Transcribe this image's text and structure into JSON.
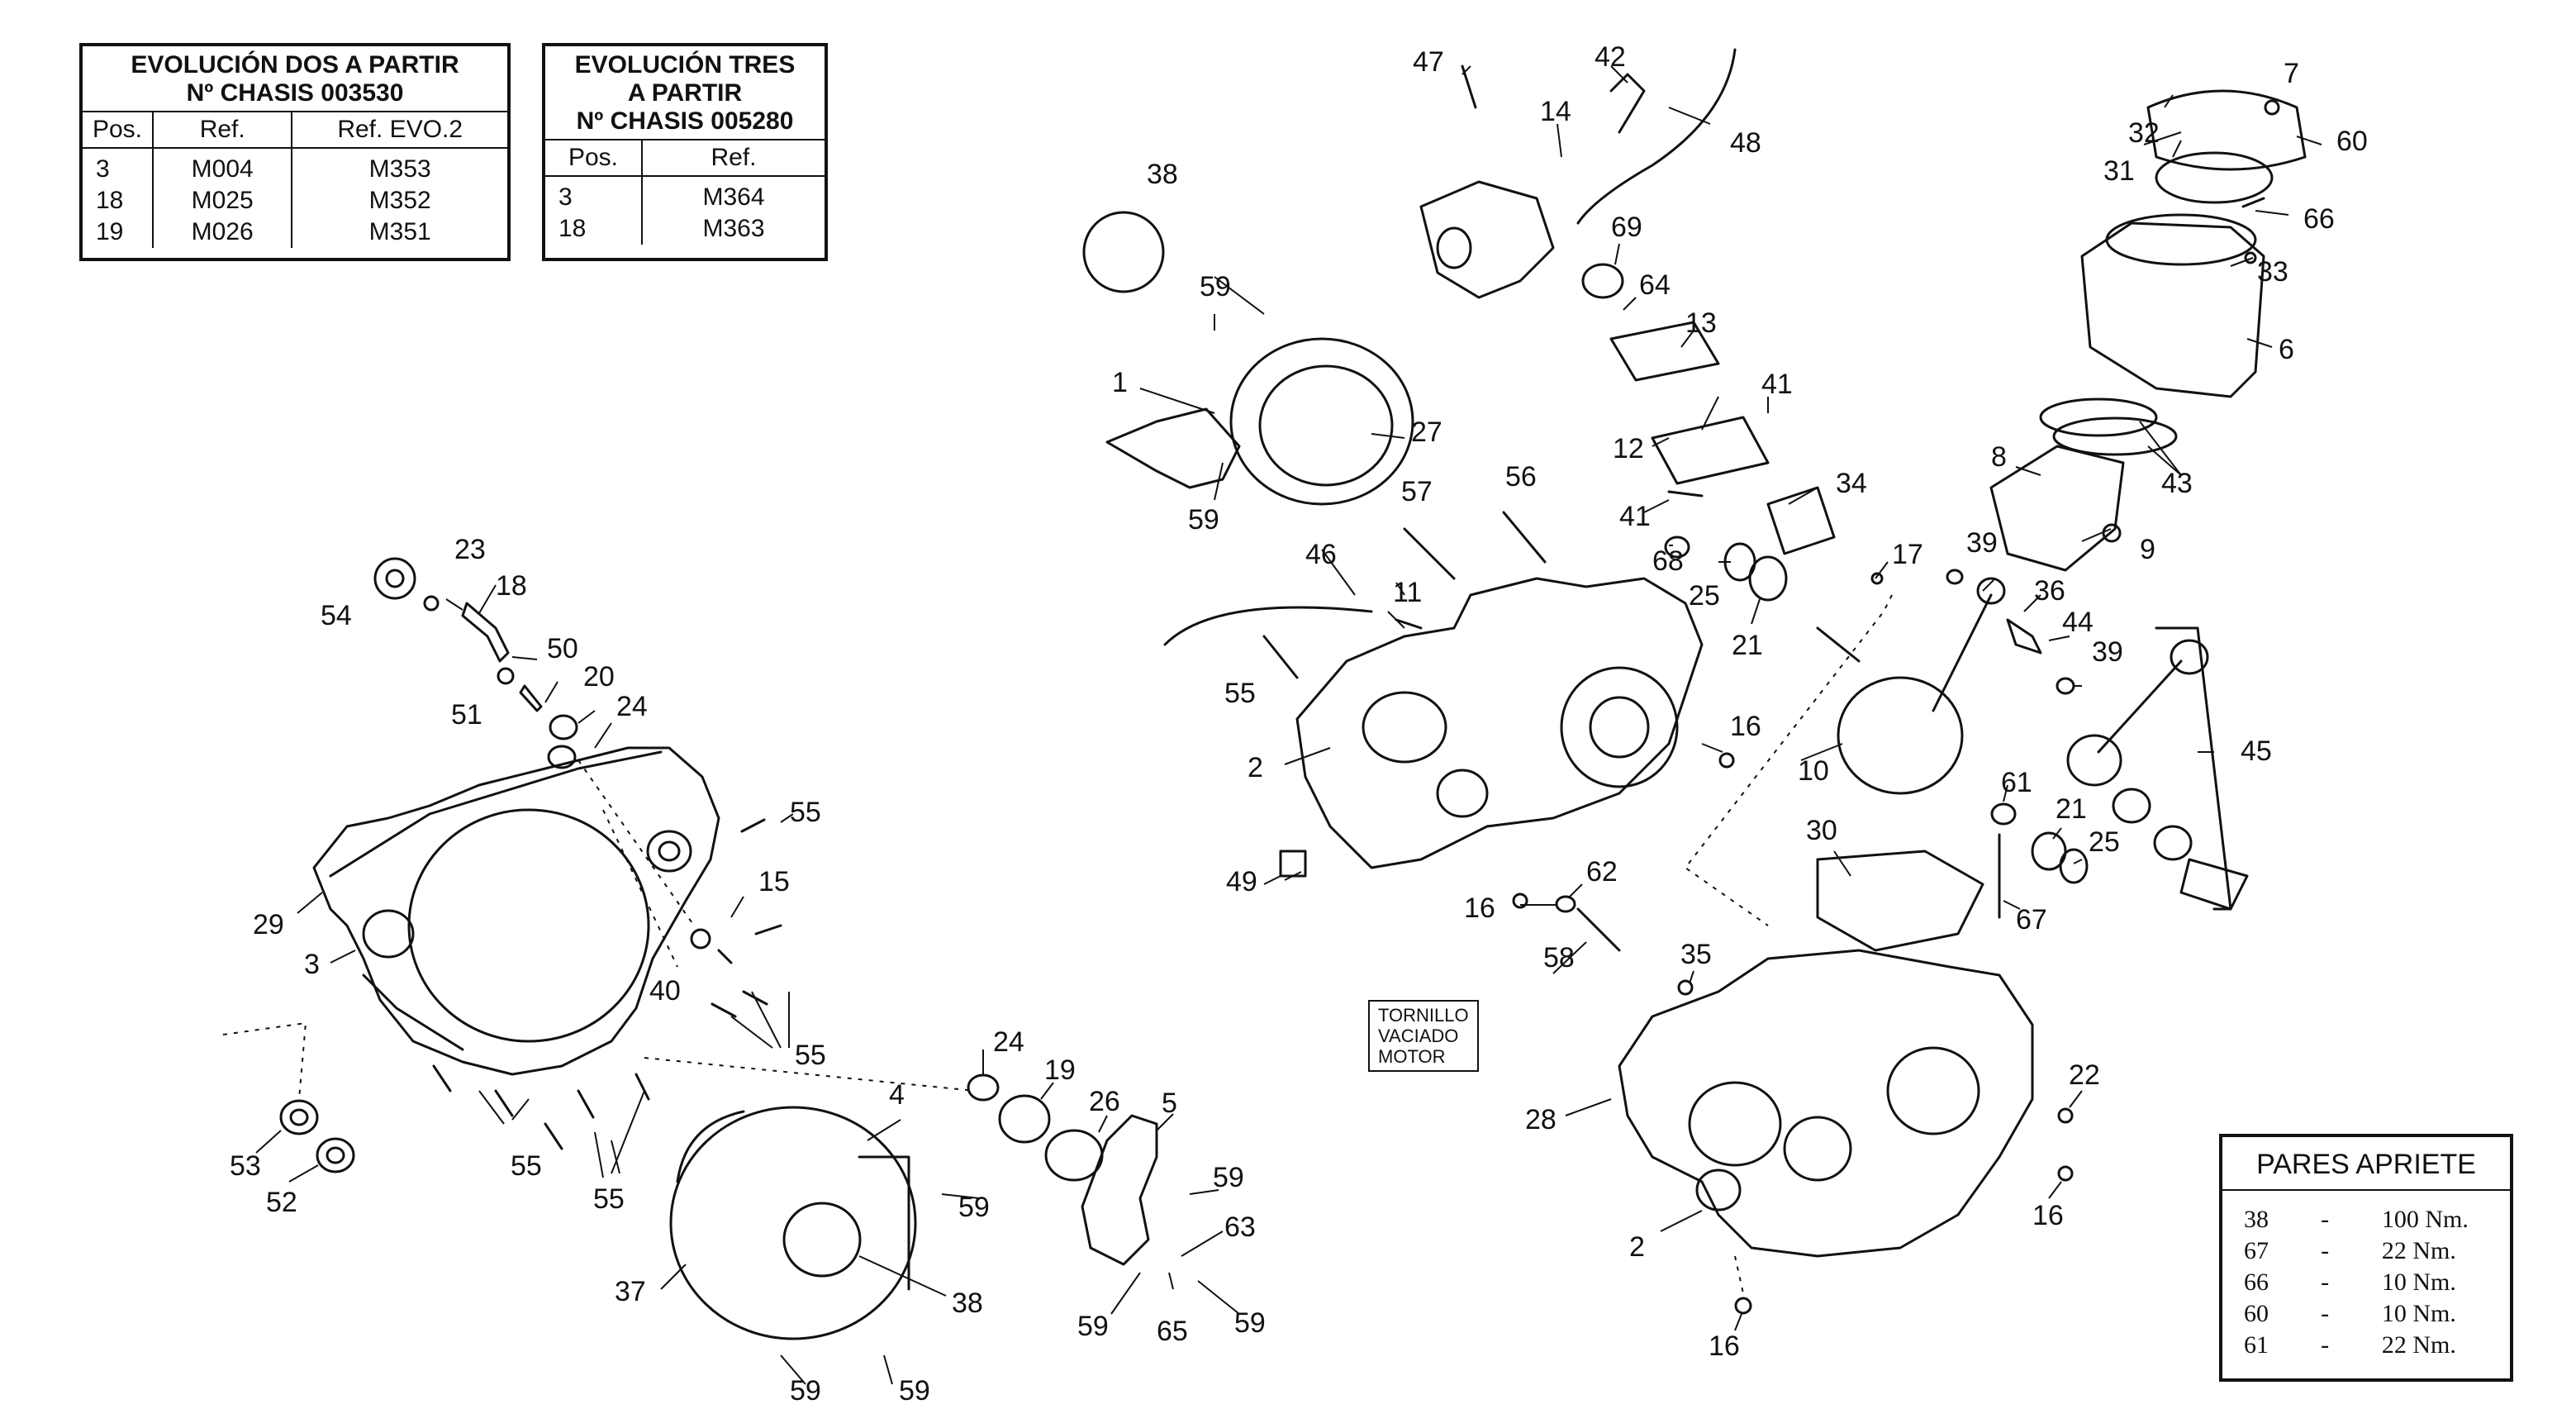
{
  "evo_dos": {
    "title_line1": "EVOLUCIÓN DOS A PARTIR",
    "title_line2": "Nº CHASIS 003530",
    "headers": [
      "Pos.",
      "Ref.",
      "Ref. EVO.2"
    ],
    "rows": [
      [
        "3",
        "M004",
        "M353"
      ],
      [
        "18",
        "M025",
        "M352"
      ],
      [
        "19",
        "M026",
        "M351"
      ]
    ]
  },
  "evo_tres": {
    "title_line1": "EVOLUCIÓN TRES",
    "title_line2": "A PARTIR",
    "title_line3": "Nº CHASIS 005280",
    "headers": [
      "Pos.",
      "Ref."
    ],
    "rows": [
      [
        "3",
        "M364"
      ],
      [
        "18",
        "M363"
      ]
    ]
  },
  "pares": {
    "title": "PARES APRIETE",
    "rows": [
      {
        "pos": "38",
        "dash": "-",
        "val": "100 Nm."
      },
      {
        "pos": "67",
        "dash": "-",
        "val": "22 Nm."
      },
      {
        "pos": "66",
        "dash": "-",
        "val": "10 Nm."
      },
      {
        "pos": "60",
        "dash": "-",
        "val": "10 Nm."
      },
      {
        "pos": "61",
        "dash": "-",
        "val": "22 Nm."
      }
    ]
  },
  "tornillo_note": {
    "line1": "TORNILLO",
    "line2": "VACIADO",
    "line3": "MOTOR"
  },
  "callouts": {
    "c1": "1",
    "c2": "2",
    "c3": "3",
    "c4": "4",
    "c5": "5",
    "c6": "6",
    "c7": "7",
    "c8": "8",
    "c9": "9",
    "c10": "10",
    "c11": "11",
    "c12": "12",
    "c13": "13",
    "c14": "14",
    "c15": "15",
    "c16": "16",
    "c17": "17",
    "c18": "18",
    "c19": "19",
    "c20": "20",
    "c21": "21",
    "c22": "22",
    "c23": "23",
    "c24": "24",
    "c25": "25",
    "c26": "26",
    "c27": "27",
    "c28": "28",
    "c29": "29",
    "c30": "30",
    "c31": "31",
    "c32": "32",
    "c33": "33",
    "c34": "34",
    "c35": "35",
    "c36": "36",
    "c37": "37",
    "c38": "38",
    "c39": "39",
    "c40": "40",
    "c41": "41",
    "c42": "42",
    "c43": "43",
    "c44": "44",
    "c45": "45",
    "c46": "46",
    "c47": "47",
    "c48": "48",
    "c49": "49",
    "c50": "50",
    "c51": "51",
    "c52": "52",
    "c53": "53",
    "c54": "54",
    "c55": "55",
    "c56": "56",
    "c57": "57",
    "c58": "58",
    "c59": "59",
    "c60": "60",
    "c61": "61",
    "c62": "62",
    "c63": "63",
    "c64": "64",
    "c65": "65",
    "c66": "66",
    "c67": "67",
    "c68": "68",
    "c69": "69"
  }
}
